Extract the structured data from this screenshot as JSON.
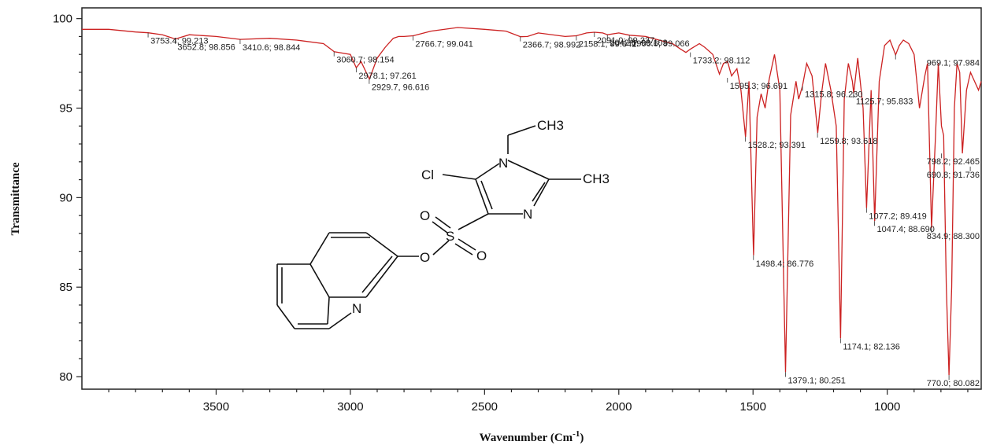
{
  "chart_data": {
    "type": "line",
    "title": "",
    "xlabel": "Wavenumber (Cm",
    "xlabel_sup": "-1",
    "xlabel_end": ")",
    "ylabel": "Transmittance",
    "xlim": [
      4000,
      650
    ],
    "x_reversed": true,
    "ylim": [
      79.3,
      100.6
    ],
    "x_ticks": [
      3500,
      3000,
      2500,
      2000,
      1500,
      1000
    ],
    "x_tick_labels": [
      "3500",
      "3000",
      "2500",
      "2000",
      "1500",
      "1000"
    ],
    "y_ticks": [
      80,
      85,
      90,
      95,
      100
    ],
    "y_tick_labels": [
      "80",
      "85",
      "90",
      "95",
      "100"
    ],
    "grid": false,
    "line_color": "#cc2222",
    "series": [
      {
        "x": [
          4000,
          3900,
          3800,
          3753,
          3700,
          3652,
          3600,
          3500,
          3410,
          3300,
          3200,
          3100,
          3060,
          3000,
          2978,
          2960,
          2929,
          2900,
          2870,
          2840,
          2820,
          2800,
          2766,
          2700,
          2600,
          2500,
          2420,
          2366,
          2340,
          2300,
          2200,
          2158,
          2120,
          2091,
          2060,
          2042,
          2000,
          1960,
          1900,
          1850,
          1800,
          1770,
          1750,
          1733,
          1700,
          1680,
          1650,
          1625,
          1610,
          1595,
          1580,
          1560,
          1545,
          1528,
          1515,
          1498,
          1485,
          1470,
          1455,
          1440,
          1420,
          1400,
          1379,
          1360,
          1340,
          1330,
          1316,
          1300,
          1280,
          1259,
          1245,
          1230,
          1210,
          1190,
          1174,
          1160,
          1145,
          1130,
          1125,
          1110,
          1090,
          1077,
          1060,
          1047,
          1030,
          1010,
          990,
          969,
          955,
          940,
          920,
          900,
          880,
          860,
          850,
          835,
          820,
          810,
          798,
          790,
          780,
          770,
          760,
          750,
          740,
          730,
          720,
          705,
          690,
          675,
          660,
          650
        ],
        "y": [
          99.4,
          99.4,
          99.25,
          99.21,
          99.1,
          98.86,
          99.1,
          99.0,
          98.84,
          98.9,
          98.8,
          98.6,
          98.15,
          98.0,
          97.26,
          97.6,
          96.62,
          97.8,
          98.4,
          98.9,
          99.0,
          99.0,
          99.04,
          99.3,
          99.5,
          99.4,
          99.3,
          98.99,
          99.0,
          99.2,
          99.0,
          99.04,
          99.2,
          99.24,
          99.2,
          99.1,
          99.2,
          99.07,
          99.0,
          98.8,
          98.6,
          98.3,
          98.11,
          98.3,
          98.6,
          98.4,
          98.0,
          96.9,
          97.5,
          97.6,
          96.8,
          97.2,
          96.0,
          93.39,
          96.5,
          86.78,
          94.5,
          95.8,
          95.0,
          96.6,
          98.0,
          96.0,
          80.25,
          94.6,
          96.5,
          95.5,
          96.23,
          97.5,
          96.8,
          93.62,
          95.8,
          97.5,
          96.0,
          94.0,
          82.14,
          95.5,
          97.5,
          96.5,
          95.83,
          97.8,
          95.0,
          89.42,
          96.0,
          88.69,
          96.5,
          98.5,
          98.8,
          97.98,
          98.5,
          98.8,
          98.6,
          98.0,
          95.0,
          96.8,
          97.5,
          88.3,
          93.5,
          97.5,
          94.0,
          93.47,
          85.0,
          80.08,
          85.0,
          95.0,
          97.5,
          97.0,
          92.47,
          96.0,
          97.0,
          96.5,
          96.0,
          96.5
        ]
      }
    ],
    "annotations": [
      {
        "text": "3753.4; 99.213",
        "x": 3753.4,
        "y": 99.213
      },
      {
        "text": "3410.6; 98.844",
        "x": 3410.6,
        "y": 98.844
      },
      {
        "text": "3652.8; 98.856",
        "x": 3652.8,
        "y": 98.856
      },
      {
        "text": "3060.7; 98.154",
        "x": 3060.7,
        "y": 98.154
      },
      {
        "text": "2978.1; 97.261",
        "x": 2978.1,
        "y": 97.261
      },
      {
        "text": "2929.7, 96.616",
        "x": 2929.7,
        "y": 96.616
      },
      {
        "text": "2766.7; 99.041",
        "x": 2766.7,
        "y": 99.041
      },
      {
        "text": "2366.7; 98.992",
        "x": 2366.7,
        "y": 98.992
      },
      {
        "text": "2042.6; 99.103",
        "x": 2042.6,
        "y": 99.103
      },
      {
        "text": "2091.0; 99.237",
        "x": 2091.0,
        "y": 99.237
      },
      {
        "text": "2158.1; 99.042",
        "x": 2158.1,
        "y": 99.042
      },
      {
        "text": "1960.6; 99.066",
        "x": 1960.6,
        "y": 99.066
      },
      {
        "text": "1733.2; 98.112",
        "x": 1733.2,
        "y": 98.112
      },
      {
        "text": "1595.3; 96.691",
        "x": 1595.3,
        "y": 96.691
      },
      {
        "text": "969.1; 97.984",
        "x": 969.1,
        "y": 97.984
      },
      {
        "text": "1315.8; 96.230",
        "x": 1315.8,
        "y": 96.23
      },
      {
        "text": "1125.7; 95.833",
        "x": 1125.7,
        "y": 95.833
      },
      {
        "text": "1528.2; 93.391",
        "x": 1528.2,
        "y": 93.391
      },
      {
        "text": "1259.8; 93.618",
        "x": 1259.8,
        "y": 93.618
      },
      {
        "text": "798.2; 92.465",
        "x": 798.2,
        "y": 92.465
      },
      {
        "text": "690.8; 91.736",
        "x": 690.8,
        "y": 91.736
      },
      {
        "text": "1077.2; 89.419",
        "x": 1077.2,
        "y": 89.419
      },
      {
        "text": "1047.4; 88.690",
        "x": 1047.4,
        "y": 88.69
      },
      {
        "text": "834.9; 88.300",
        "x": 834.9,
        "y": 88.3
      },
      {
        "text": "1498.4; 86.776",
        "x": 1498.4,
        "y": 86.776
      },
      {
        "text": "1174.1; 82.136",
        "x": 1174.1,
        "y": 82.136
      },
      {
        "text": "1379.1; 80.251",
        "x": 1379.1,
        "y": 80.251
      },
      {
        "text": "770.0; 80.082",
        "x": 770.0,
        "y": 80.082
      }
    ]
  },
  "molecule": {
    "atoms": [
      "CH3",
      "N",
      "Cl",
      "CH3",
      "N",
      "O",
      "S",
      "O",
      "O",
      "N"
    ]
  }
}
